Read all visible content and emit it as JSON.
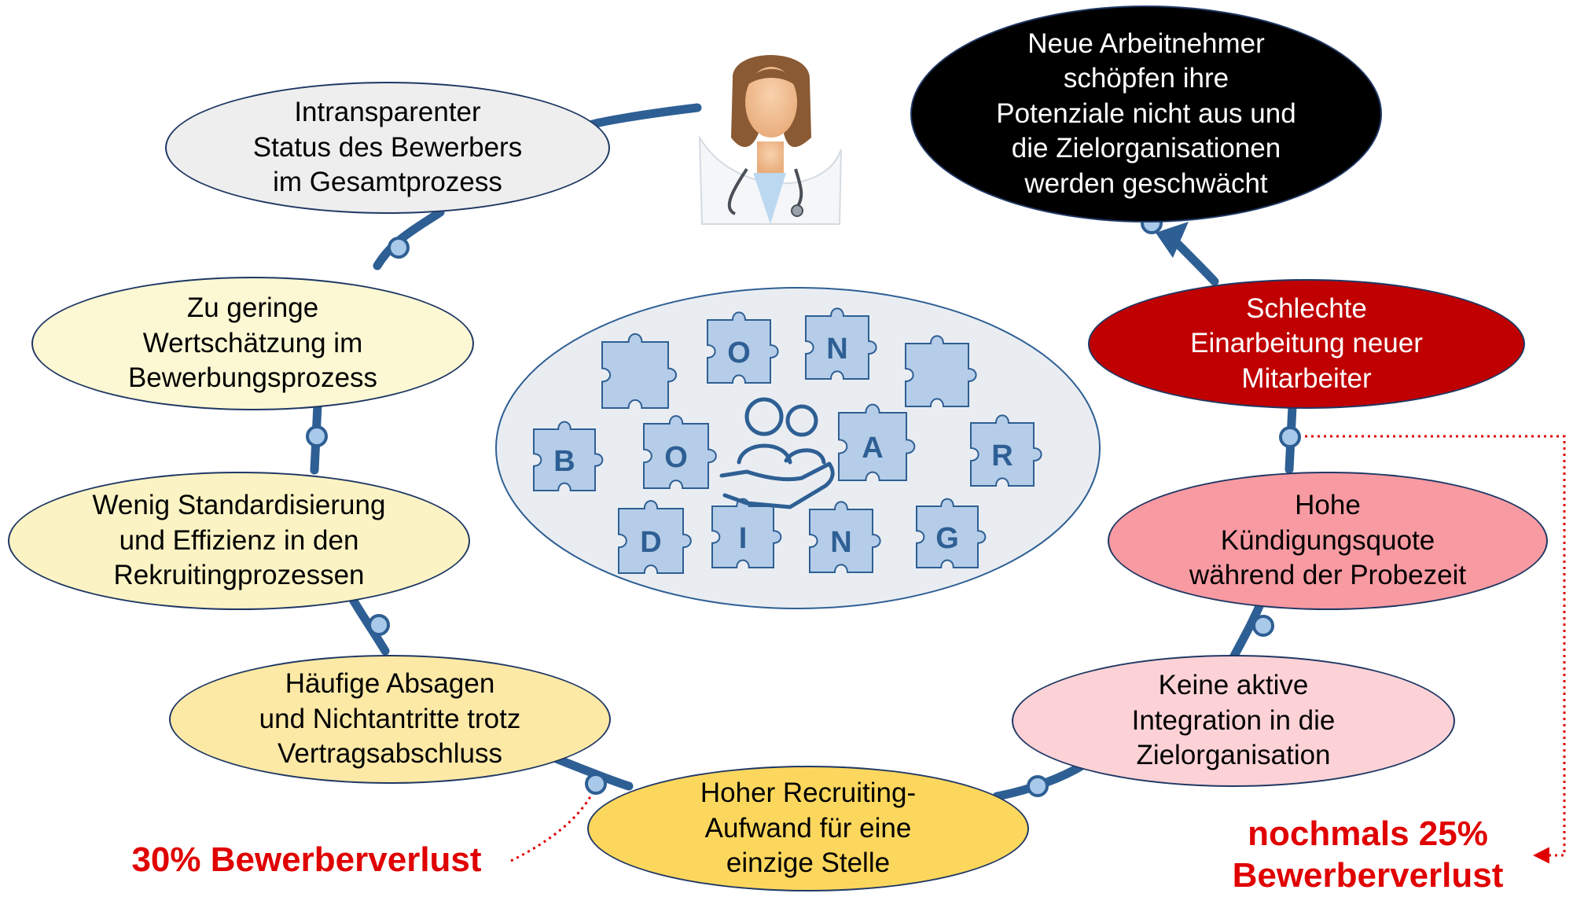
{
  "colors": {
    "ring": "#2e5f94",
    "joint": "#a9c9ea",
    "loss_text": "#e00000",
    "hub_fill": "#e9edf2",
    "puzzle": "#b5cde8"
  },
  "nodes": [
    {
      "id": "intransparent",
      "text": "Intransparenter\nStatus des Bewerbers\nim Gesamtprozess",
      "fill": "#eeeeee",
      "text_color": "#000000"
    },
    {
      "id": "wertschaetzung",
      "text": "Zu geringe\nWertschätzung im\nBewerbungsprozess",
      "fill": "#fcf8d4",
      "text_color": "#000000"
    },
    {
      "id": "standardisierung",
      "text": "Wenig Standardisierung\nund Effizienz in den\nRekruitingprozessen",
      "fill": "#fbf3c3",
      "text_color": "#000000"
    },
    {
      "id": "absagen",
      "text": "Häufige Absagen\nund Nichtantritte trotz\nVertragsabschluss",
      "fill": "#fde9a6",
      "text_color": "#000000"
    },
    {
      "id": "recruiting",
      "text": "Hoher Recruiting-\nAufwand für eine\neinzige Stelle",
      "fill": "#fcd75d",
      "text_color": "#000000"
    },
    {
      "id": "integration",
      "text": "Keine aktive\nIntegration in die\nZielorganisation",
      "fill": "#fcd2d6",
      "text_color": "#000000"
    },
    {
      "id": "kuendigung",
      "text": "Hohe\nKündigungsquote\nwährend der Probezeit",
      "fill": "#f79aa2",
      "text_color": "#000000"
    },
    {
      "id": "einarbeitung",
      "text": "Schlechte\nEinarbeitung neuer\nMitarbeiter",
      "fill": "#c00000",
      "text_color": "#ffffff"
    },
    {
      "id": "potenziale",
      "text": "Neue Arbeitnehmer\nschöpfen ihre\nPotenziale nicht aus und\ndie Zielorganisationen\nwerden geschwächt",
      "fill": "#000000",
      "text_color": "#ffffff"
    }
  ],
  "loss_labels": {
    "first": "30% Bewerberverlust",
    "second": "nochmals 25%\nBewerberverlust"
  },
  "puzzle_letters": [
    "B",
    "O",
    "O",
    "N",
    "A",
    "R",
    "D",
    "I",
    "N",
    "G"
  ],
  "icons": {
    "top": "doctor-icon",
    "hub": "people-in-hand-icon"
  }
}
